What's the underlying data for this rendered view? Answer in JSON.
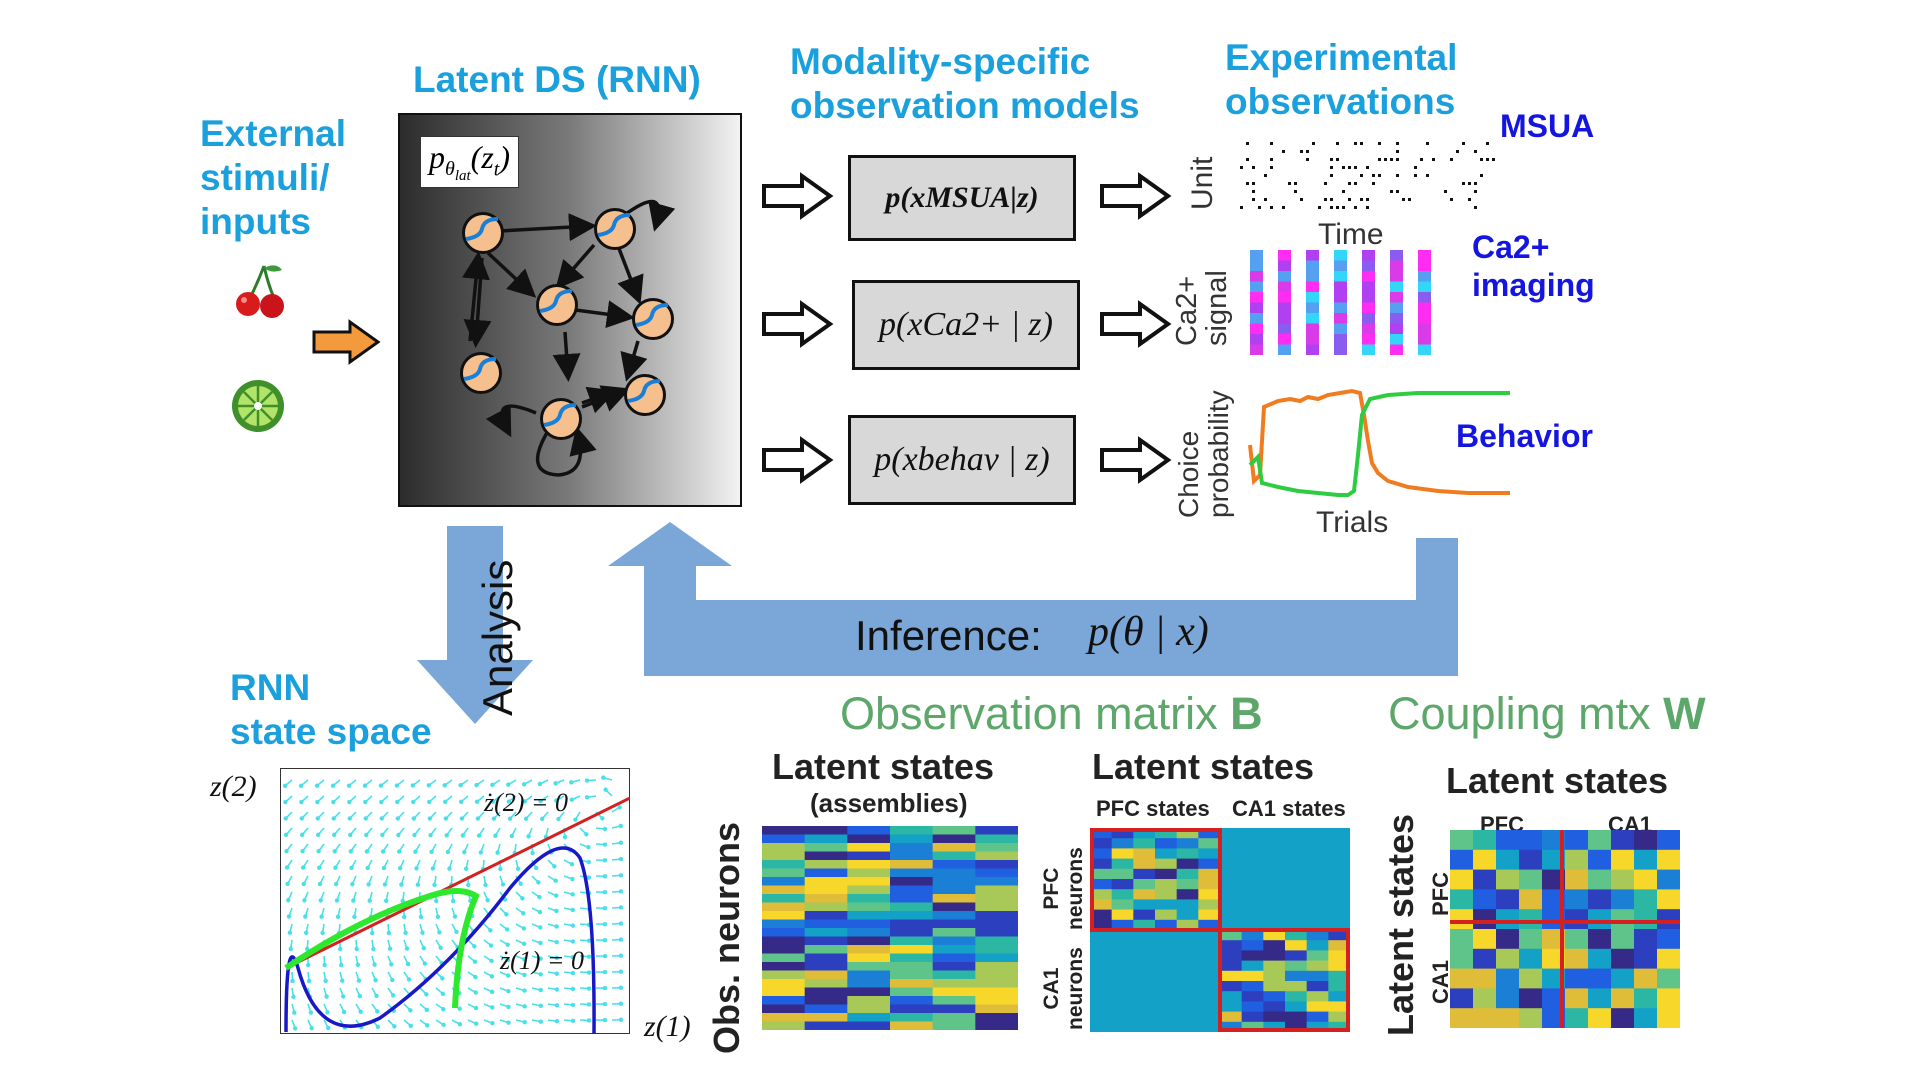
{
  "top": {
    "external_inputs": "External\nstimuli/\ninputs",
    "latent_ds": "Latent DS (RNN)",
    "latent_formula": "pθlat(zt)",
    "obs_models": "Modality-specific\nobservation models",
    "experimental": "Experimental\nobservations"
  },
  "observations": {
    "msua_label": "MSUA",
    "msua_formula": "p(xMSUA|z)",
    "unit_axis": "Unit",
    "time_axis": "Time",
    "ca_label": "Ca2+\nimaging",
    "ca_formula": "p(xCa2+ | z)",
    "ca_axis": "Ca2+\nsignal",
    "behav_label": "Behavior",
    "behav_formula": "p(xbehav | z)",
    "choice_axis": "Choice\nprobability",
    "trials_axis": "Trials"
  },
  "arrows": {
    "analysis": "Analysis",
    "inference": "Inference:",
    "inference_formula": "p(θ | x)"
  },
  "state_space": {
    "title": "RNN\nstate space",
    "z2_axis": "z(2)",
    "z1_axis": "z(1)",
    "nullcline2": "ż(2) = 0",
    "nullcline1": "ż(1) = 0"
  },
  "observation_matrix": {
    "title": "Observation matrix",
    "title_symbol": "B",
    "col_header_1": "Latent states",
    "col_sub_1": "(assemblies)",
    "row_header_1": "Obs. neurons",
    "col_header_2": "Latent states",
    "pfc_states": "PFC states",
    "ca1_states": "CA1 states",
    "pfc_neurons": "PFC\nneurons",
    "ca1_neurons": "CA1\nneurons"
  },
  "coupling_matrix": {
    "title": "Coupling mtx",
    "title_symbol": "W",
    "col_header": "Latent states",
    "pfc": "PFC",
    "ca1": "CA1",
    "row_header": "Latent states",
    "row_pfc": "PFC",
    "row_ca1": "CA1"
  },
  "colors": {
    "title_blue": "#1aa0dc",
    "label_blue": "#1515e0",
    "arrow_blue": "#7aa7d7",
    "green": "#5da76b",
    "red": "#d42020",
    "orange_node": "#f6c08e",
    "behav_green": "#2ecc40",
    "behav_orange": "#f07c1f"
  }
}
